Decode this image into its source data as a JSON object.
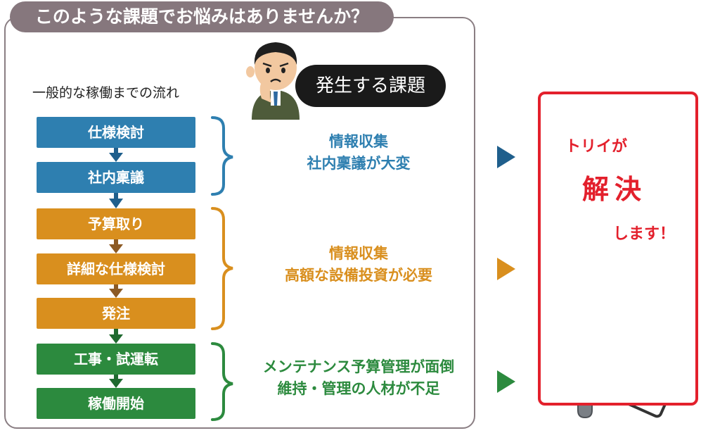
{
  "header": {
    "title": "このような課題でお悩みはありませんか？"
  },
  "flow": {
    "label": "一般的な稼働までの流れ",
    "steps": [
      {
        "label": "仕様検討",
        "color": "#2e7fb0"
      },
      {
        "label": "社内稟議",
        "color": "#2e7fb0"
      },
      {
        "label": "予算取り",
        "color": "#d98f1e"
      },
      {
        "label": "詳細な仕様検討",
        "color": "#d98f1e"
      },
      {
        "label": "発注",
        "color": "#d98f1e"
      },
      {
        "label": "工事・試運転",
        "color": "#2c8a3e"
      },
      {
        "label": "稼働開始",
        "color": "#2c8a3e"
      }
    ]
  },
  "issues": {
    "bubble": "発生する課題",
    "groups": [
      {
        "line1": "情報収集",
        "line2": "社内稟議が大変",
        "color": "#2e7fb0"
      },
      {
        "line1": "情報収集",
        "line2": "高額な設備投資が必要",
        "color": "#d98f1e"
      },
      {
        "line1": "メンテナンス予算管理が面倒",
        "line2": "維持・管理の人材が不足",
        "color": "#2c8a3e"
      }
    ]
  },
  "solution": {
    "line1": "トリイが",
    "line2": "解決",
    "line3": "します！",
    "color": "#e3202c"
  },
  "icons": [
    "worried-man-icon",
    "worker-icon",
    "wrench-icon",
    "clipboard-icon",
    "arrow-right-icon",
    "arrow-down-icon",
    "brace-icon"
  ]
}
